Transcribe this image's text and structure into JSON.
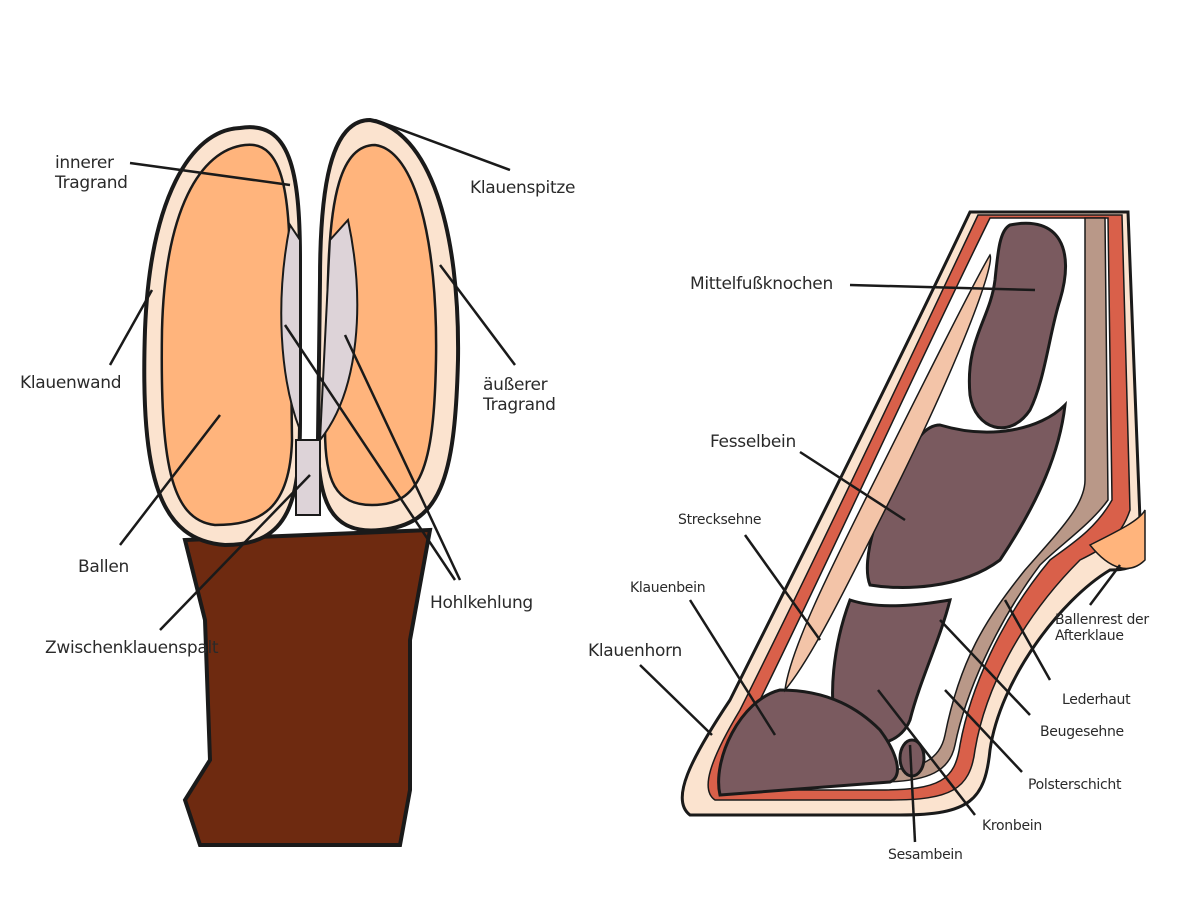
{
  "colors": {
    "outline": "#1a1a1a",
    "wall": "#fbe3cf",
    "sole": "#ffb47c",
    "leg": "#6e2a10",
    "cleft": "#ddd3d8",
    "bone": "#7a5a5f",
    "corium": "#d9604a",
    "cushion": "#b99888",
    "tendon": "#f3c4a8"
  },
  "left_diagram": {
    "labels": {
      "inner_bearing_edge": "innerer\nTragrand",
      "claw_tip": "Klauenspitze",
      "claw_wall": "Klauenwand",
      "outer_bearing_edge": "äußerer\nTragrand",
      "bulb": "Ballen",
      "interdigital_cleft": "Zwischenklauenspalt",
      "concavity": "Hohlkehlung"
    }
  },
  "right_diagram": {
    "labels": {
      "metacarpal": "Mittelfußknochen",
      "pastern_bone": "Fesselbein",
      "extensor_tendon": "Strecksehne",
      "coffin_bone": "Klauenbein",
      "claw_horn": "Klauenhorn",
      "dewclaw_bulb": "Ballenrest der\nAfterklaue",
      "corium": "Lederhaut",
      "flexor_tendon": "Beugesehne",
      "cushion_layer": "Polsterschicht",
      "coronet_bone": "Kronbein",
      "sesamoid": "Sesambein"
    }
  }
}
